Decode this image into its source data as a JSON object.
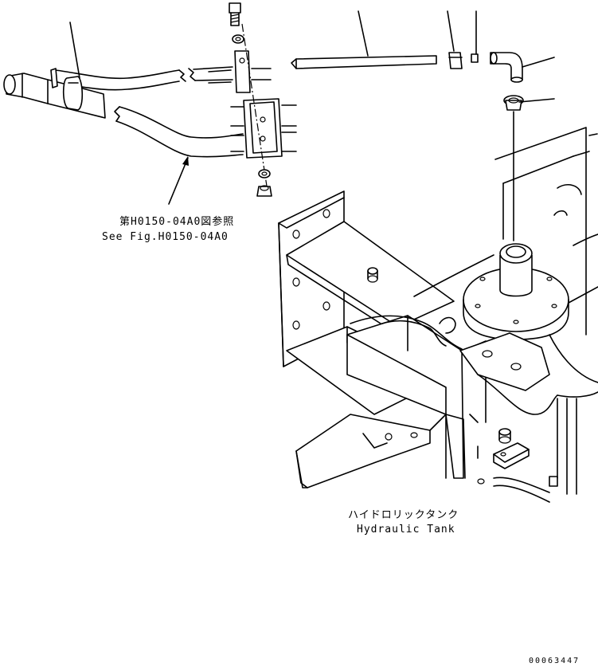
{
  "callouts": {
    "ref_jp": "第H0150-04A0図参照",
    "ref_en": "See Fig.H0150-04A0",
    "tank_jp": "ハイドロリックタンク",
    "tank_en": "Hydraulic Tank"
  },
  "drawing_id": "00063447"
}
